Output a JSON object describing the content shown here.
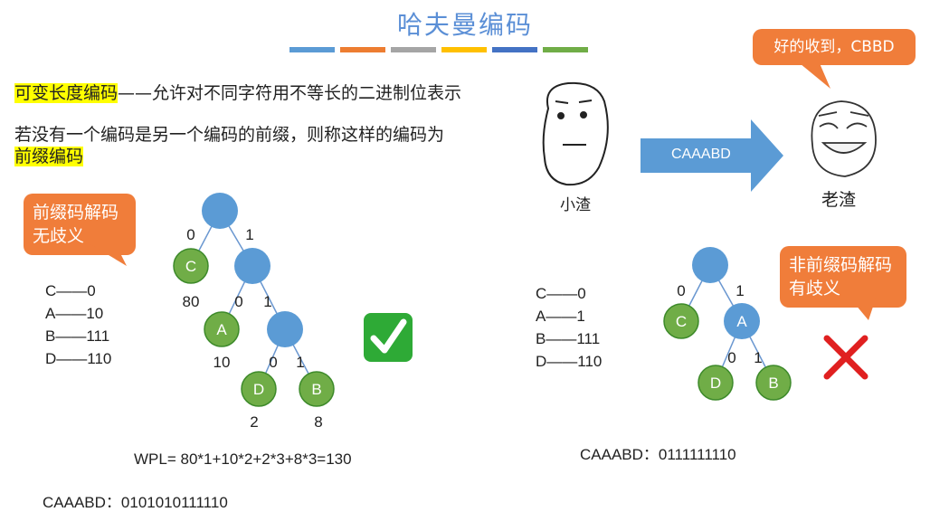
{
  "title": "哈夫曼编码",
  "accent_colors": [
    "#5b9bd5",
    "#ed7d31",
    "#a5a5a5",
    "#ffc000",
    "#4472c4",
    "#70ad47"
  ],
  "definition": {
    "term": "可变长度编码",
    "dash": "——",
    "text": "允许对不同字符用不等长的二进制位表示"
  },
  "prefix_def": {
    "line1": "若没有一个编码是另一个编码的前缀，则称这样的编码为",
    "term": "前缀编码"
  },
  "left_callout": "前缀码解码无歧义",
  "left_codes": [
    "C——0",
    "A——10",
    "B——111",
    "D——110"
  ],
  "left_tree": {
    "edge_labels": [
      "0",
      "1",
      "0",
      "1",
      "0",
      "1"
    ],
    "leaves": [
      "C",
      "A",
      "D",
      "B"
    ],
    "weights": [
      "80",
      "10",
      "2",
      "8"
    ]
  },
  "wpl": "WPL= 80*1+10*2+2*3+8*3=130",
  "left_encoded": "CAAABD：0101010111110",
  "check_icon": "check-mark-icon",
  "story": {
    "sender_label": "小渣",
    "receiver_label": "老渣",
    "message": "CAAABD",
    "reply": "好的收到，CBBD"
  },
  "right_callout": "非前缀码解码有歧义",
  "right_codes": [
    "C——0",
    "A——1",
    "B——111",
    "D——110"
  ],
  "right_tree": {
    "edge_labels": [
      "0",
      "1",
      "0",
      "1"
    ],
    "nodes": [
      "C",
      "A",
      "D",
      "B"
    ]
  },
  "right_encoded": "CAAABD：0111111110",
  "cross_icon": "cross-mark-icon"
}
